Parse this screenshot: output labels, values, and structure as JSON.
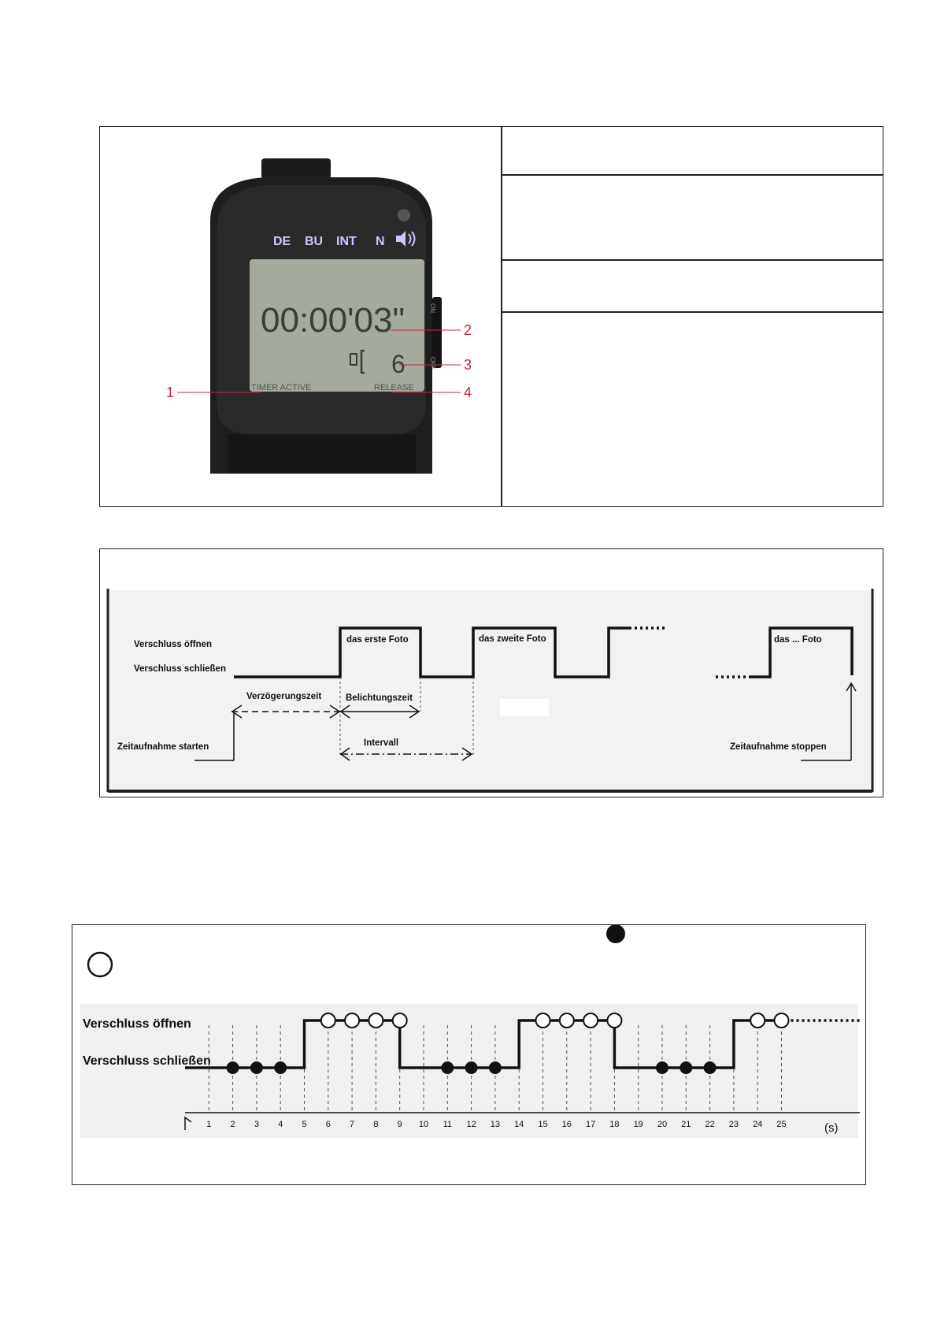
{
  "device": {
    "mode_indicators": [
      "DE",
      "BU",
      "INT",
      "N"
    ],
    "speaker_icon": "speaker-icon",
    "time_display": "00:00'03\"",
    "counter_value": "6",
    "status_left": "TIMER ACTIVE",
    "status_right": "RELEASE",
    "side_switch_top": "ON",
    "side_switch_bottom": "OFF",
    "callouts": [
      "1",
      "2",
      "3",
      "4"
    ],
    "callout_color": "#c0283a"
  },
  "timing_diagram": {
    "label_open": "Verschluss öffnen",
    "label_close": "Verschluss schließen",
    "photo_first": "das erste Foto",
    "photo_second": "das zweite Foto",
    "photo_nth": "das ... Foto",
    "delay": "Verzögerungszeit",
    "exposure": "Belichtungszeit",
    "interval": "Intervall",
    "start": "Zeitaufnahme starten",
    "stop": "Zeitaufnahme stoppen"
  },
  "interval_diagram": {
    "label_open": "Verschluss öffnen",
    "label_close": "Verschluss schließen",
    "legend_open_icon": "open-circle-icon",
    "legend_closed_icon": "filled-circle-icon",
    "axis_unit": "(s)",
    "ticks": [
      "1",
      "2",
      "3",
      "4",
      "5",
      "6",
      "7",
      "8",
      "9",
      "10",
      "11",
      "12",
      "13",
      "14",
      "15",
      "16",
      "17",
      "18",
      "19",
      "20",
      "21",
      "22",
      "23",
      "24",
      "25"
    ],
    "open_marks_seconds": [
      6,
      7,
      8,
      9,
      15,
      16,
      17,
      18,
      24,
      25
    ],
    "closed_marks_seconds": [
      2,
      3,
      4,
      11,
      12,
      13,
      20,
      21,
      22
    ]
  }
}
